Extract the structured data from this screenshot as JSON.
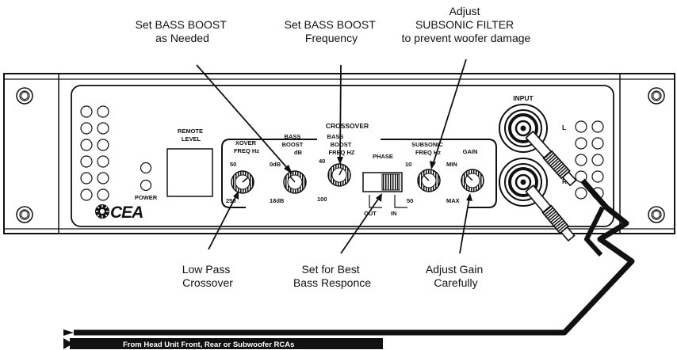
{
  "callouts": {
    "bass_boost_level": [
      "Set BASS BOOST",
      "as Needed"
    ],
    "bass_boost_freq": [
      "Set BASS BOOST",
      "Frequency"
    ],
    "subsonic": [
      "Adjust",
      "SUBSONIC FILTER",
      "to prevent woofer damage"
    ],
    "low_pass": [
      "Low Pass",
      "Crossover"
    ],
    "phase": [
      "Set for Best",
      "Bass Responce"
    ],
    "gain": [
      "Adjust Gain",
      "Carefully"
    ]
  },
  "panel": {
    "remote_level": [
      "REMOTE",
      "LEVEL"
    ],
    "power": "POWER",
    "brand": "CEA",
    "crossover": "CROSSOVER",
    "xover": {
      "title": [
        "XOVER",
        "FREQ Hz"
      ],
      "min": "50",
      "max": "250"
    },
    "bass_boost": {
      "title": [
        "BASS",
        "BOOST",
        "dB"
      ],
      "min": "0dB",
      "max": "18dB"
    },
    "bass_boost_freq": {
      "title": [
        "BASS",
        "BOOST",
        "FREQ HZ"
      ],
      "min": "40",
      "max": "100"
    },
    "phase": {
      "title": "PHASE",
      "out": "OUT",
      "in": "IN"
    },
    "subsonic": {
      "title": [
        "SUBSONIC",
        "FREQ Hz"
      ],
      "min": "10",
      "max": "50"
    },
    "gain": {
      "title": "GAIN",
      "min": "MIN",
      "max": "MAX"
    },
    "input": "INPUT",
    "input_l": "L",
    "input_r": "R"
  },
  "cable_label": "From Head Unit Front, Rear or Subwoofer RCAs"
}
